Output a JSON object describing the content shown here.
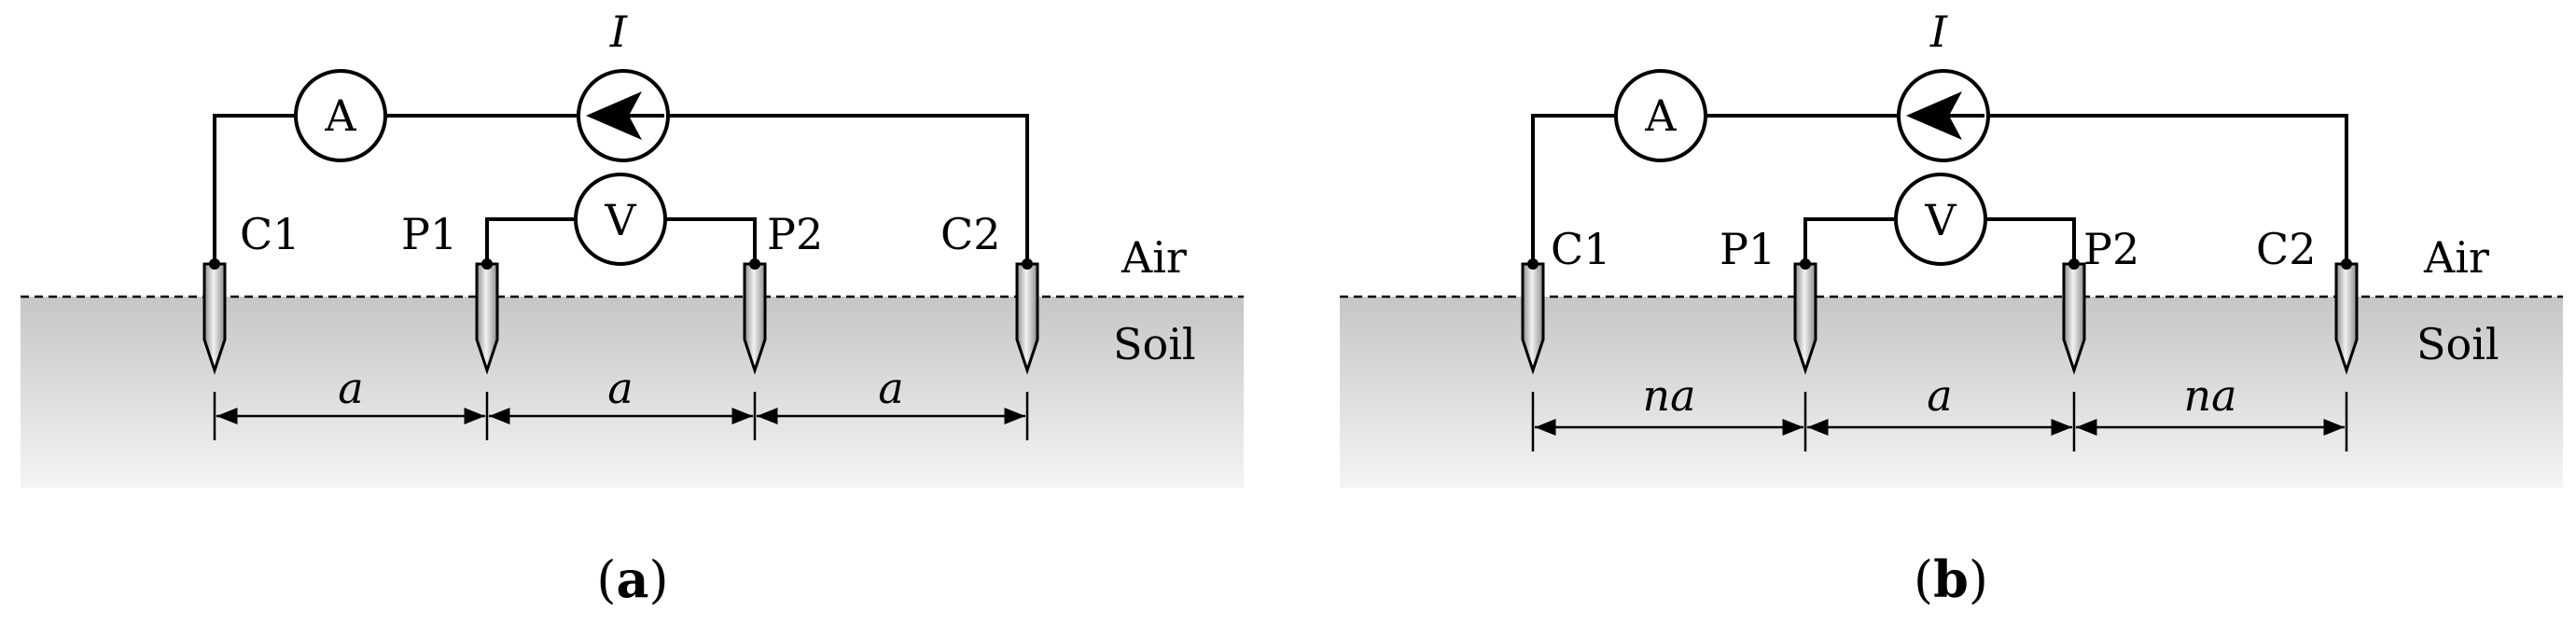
{
  "panels": [
    {
      "id": "a",
      "caption_letter": "a",
      "current_label": "I",
      "ammeter_label": "A",
      "voltmeter_label": "V",
      "electrodes": [
        "C1",
        "P1",
        "P2",
        "C2"
      ],
      "air_label": "Air",
      "soil_label": "Soil",
      "spacings": [
        "a",
        "a",
        "a"
      ]
    },
    {
      "id": "b",
      "caption_letter": "b",
      "current_label": "I",
      "ammeter_label": "A",
      "voltmeter_label": "V",
      "electrodes": [
        "C1",
        "P1",
        "P2",
        "C2"
      ],
      "air_label": "Air",
      "soil_label": "Soil",
      "spacings": [
        "na",
        "a",
        "na"
      ]
    }
  ],
  "colors": {
    "soil_top": "#c6c6c6",
    "soil_bottom": "#f4f4f4",
    "electrode_light": "#f2f2f2",
    "electrode_dark": "#8c8c8c"
  }
}
